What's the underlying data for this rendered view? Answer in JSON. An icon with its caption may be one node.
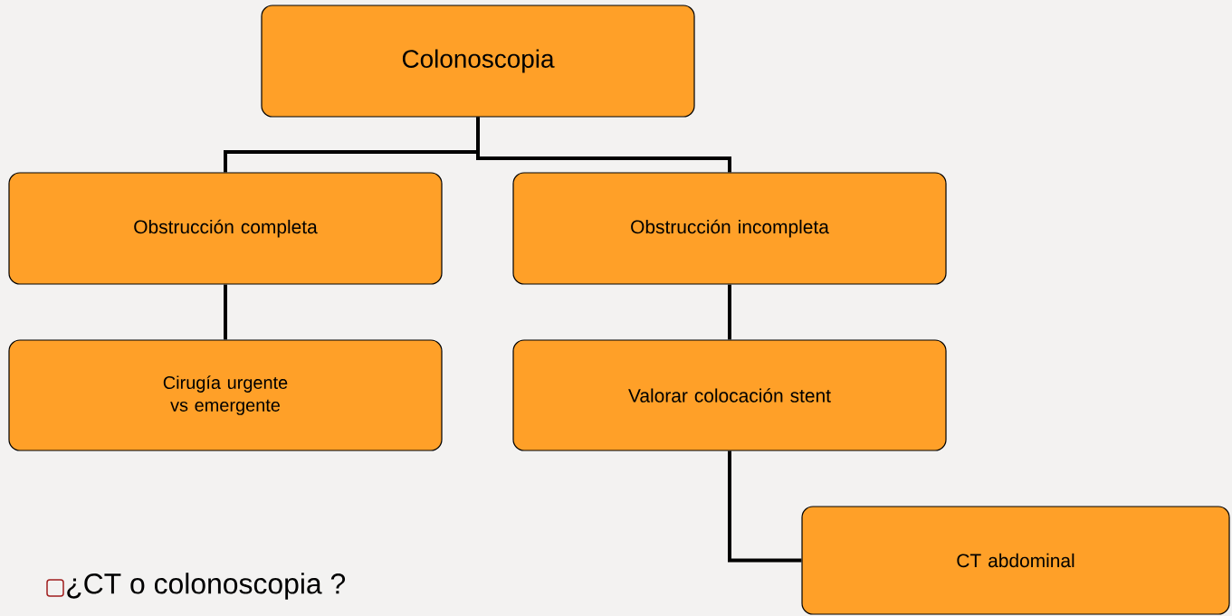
{
  "diagram": {
    "nodes": [
      {
        "text": [
          "Colonoscopia"
        ]
      },
      {
        "text": [
          "Obstrucción completa"
        ]
      },
      {
        "text": [
          "Obstrucción incompleta"
        ]
      },
      {
        "text": [
          "Cirugía urgente vs emergente"
        ]
      },
      {
        "text": [
          "Valorar colocación stent"
        ]
      },
      {
        "text": [
          "CT abdominal"
        ]
      }
    ],
    "edges": [
      {
        "from": 0,
        "to": 1,
        "arrow": "none"
      },
      {
        "from": 0,
        "to": 2,
        "arrow": "none"
      },
      {
        "from": 1,
        "to": 3,
        "arrow": "none"
      },
      {
        "from": 2,
        "to": 4,
        "arrow": "none"
      },
      {
        "from": 4,
        "to": 5,
        "arrow": "none"
      }
    ],
    "labels": [
      "¿CT o colonoscopia ?"
    ]
  }
}
